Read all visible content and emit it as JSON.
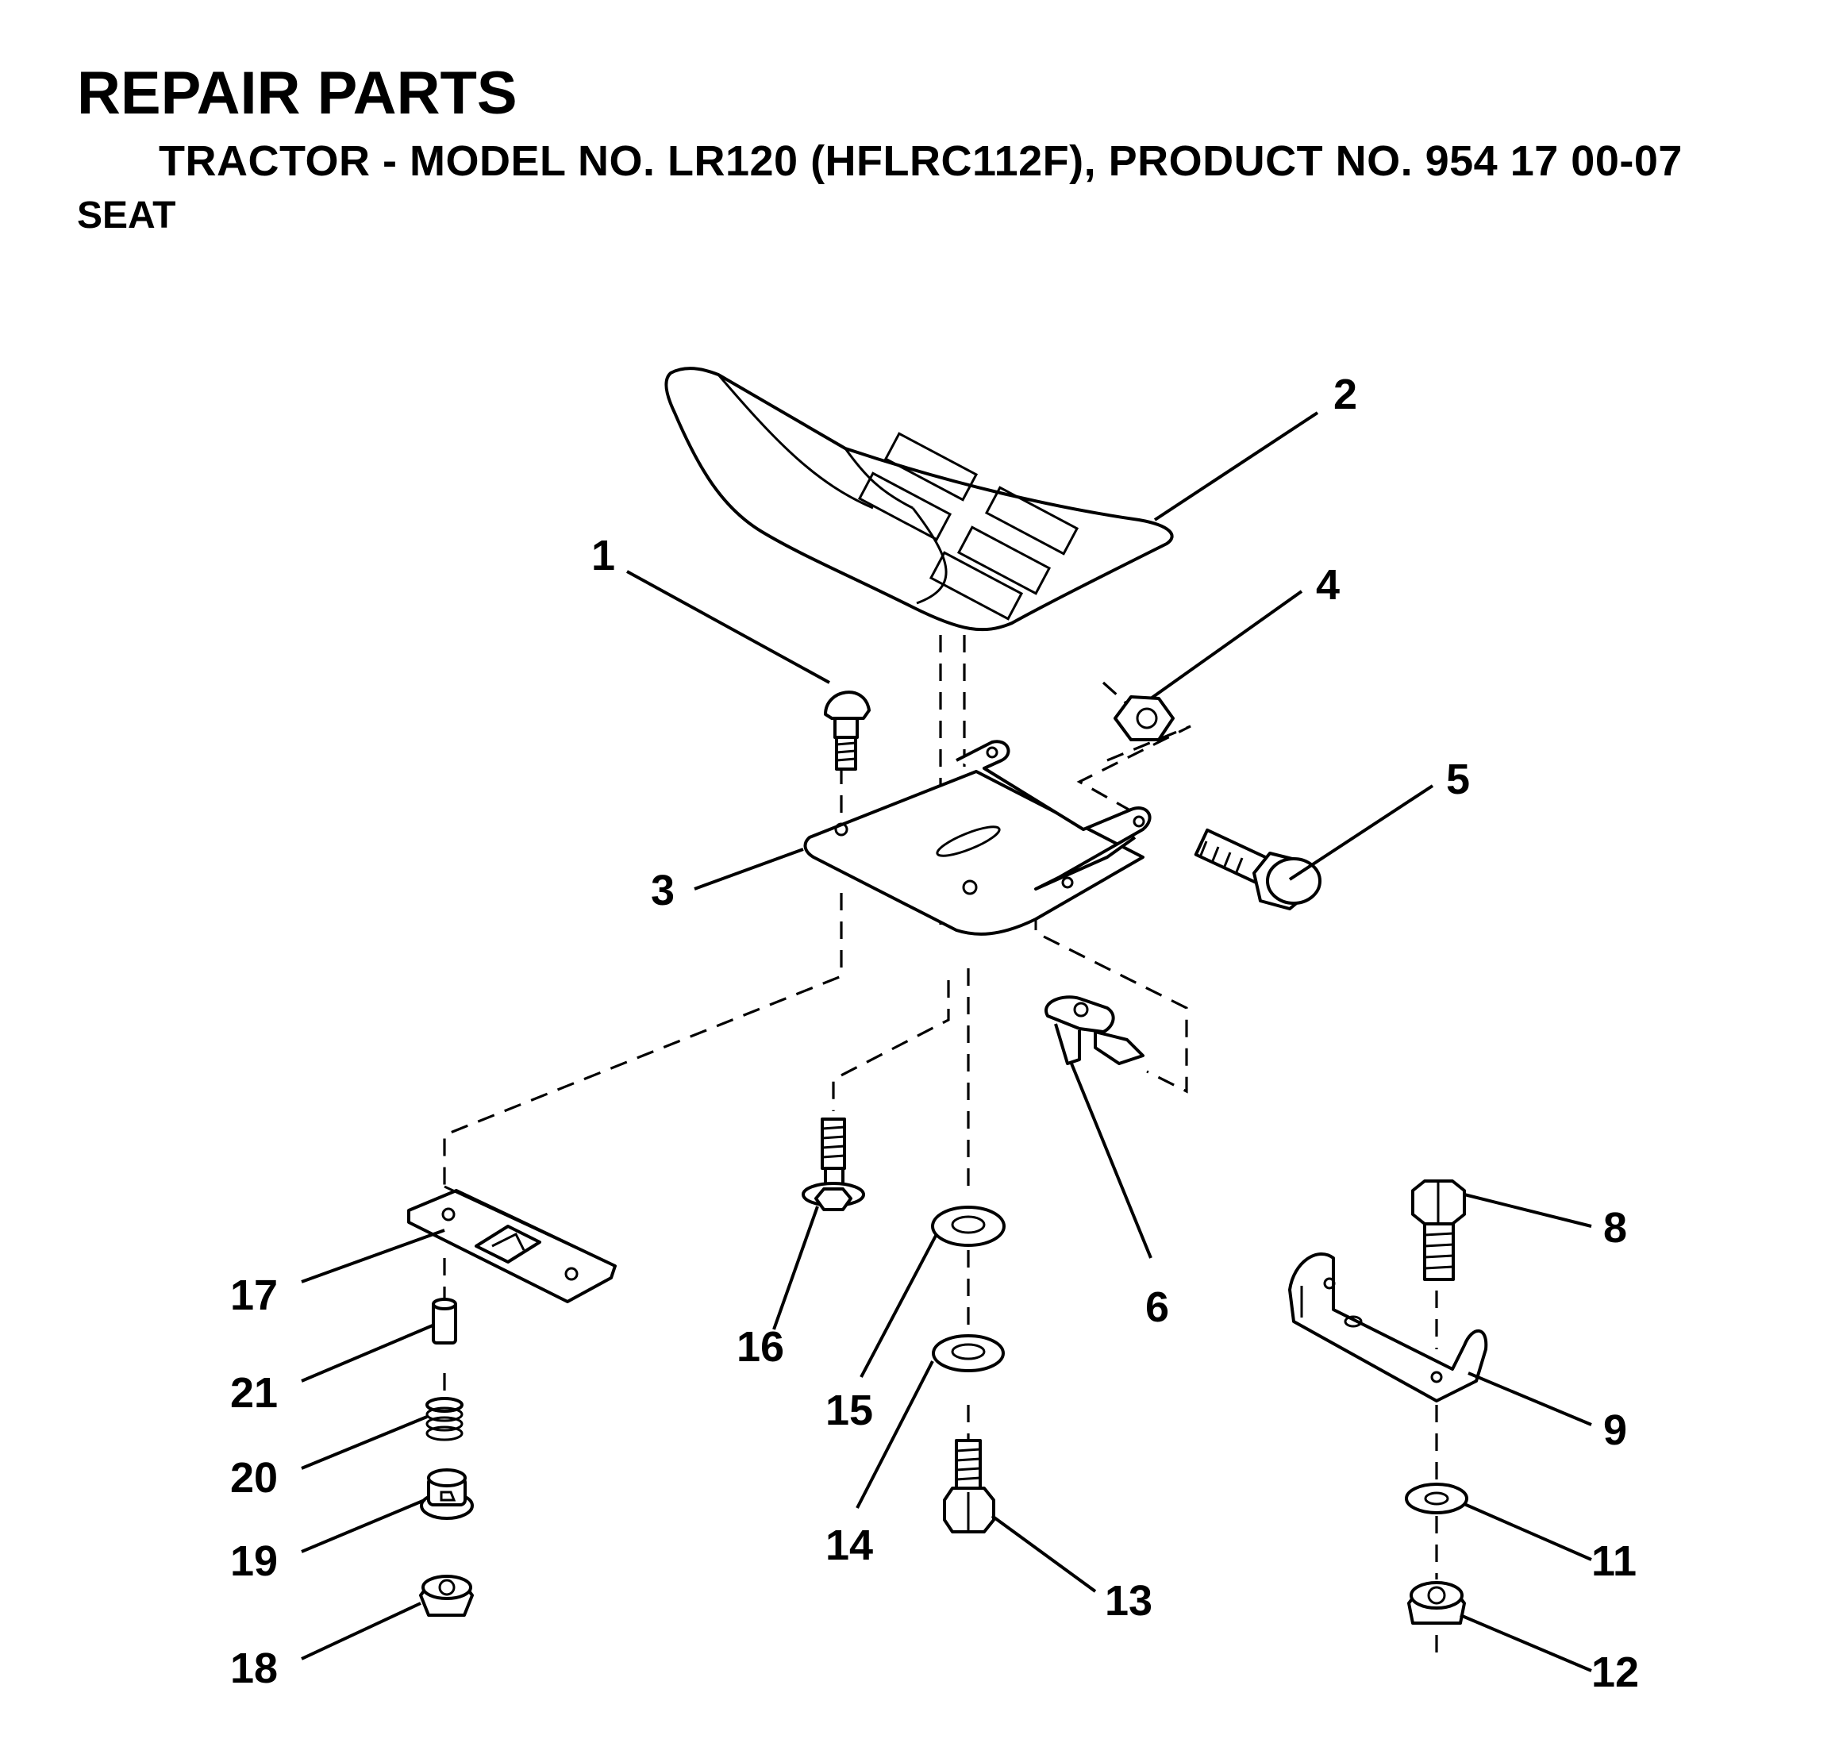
{
  "header": {
    "title": "REPAIR PARTS",
    "subtitle": "TRACTOR - MODEL NO. LR120 (HFLRC112F), PRODUCT NO. 954 17 00-07",
    "section": "SEAT"
  },
  "callouts": {
    "c1": "1",
    "c2": "2",
    "c3": "3",
    "c4": "4",
    "c5": "5",
    "c6": "6",
    "c8": "8",
    "c9": "9",
    "c11": "11",
    "c12": "12",
    "c13": "13",
    "c14": "14",
    "c15": "15",
    "c16": "16",
    "c17": "17",
    "c18": "18",
    "c19": "19",
    "c20": "20",
    "c21": "21"
  }
}
